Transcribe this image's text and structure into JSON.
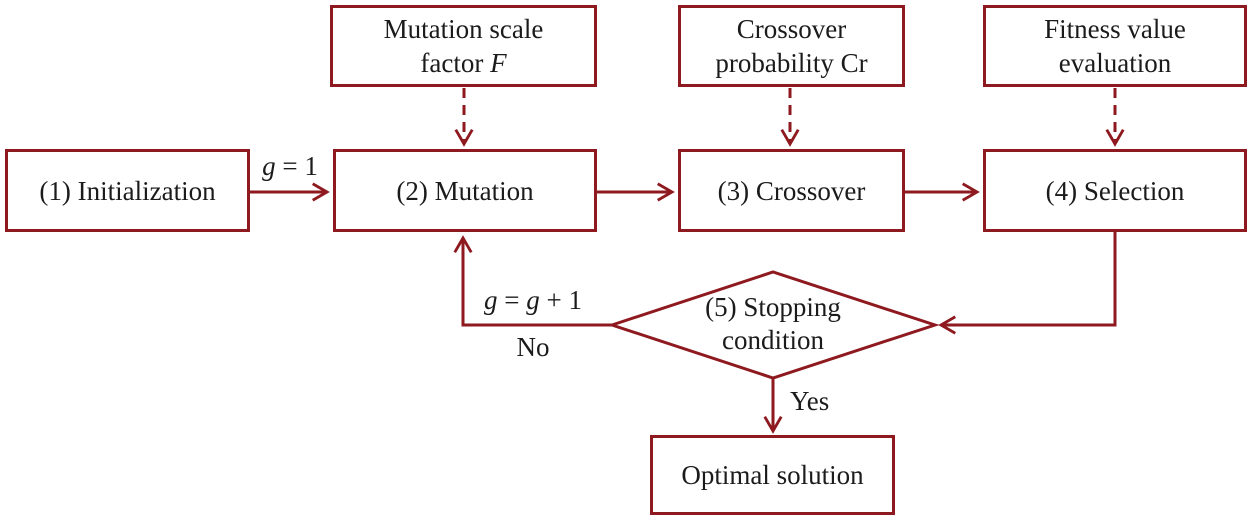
{
  "flow": {
    "colors": {
      "line": "#8e1a20",
      "text": "#1b1b1b",
      "background": "#ffffff"
    },
    "params": [
      {
        "line1": "Mutation scale",
        "line2": "factor ",
        "line2_italic": "F"
      },
      {
        "line1": "Crossover",
        "line2": "probability Cr"
      },
      {
        "line1": "Fitness value",
        "line2": "evaluation"
      }
    ],
    "steps": [
      {
        "label": "(1) Initialization"
      },
      {
        "label": "(2) Mutation"
      },
      {
        "label": "(3) Crossover"
      },
      {
        "label": "(4) Selection"
      }
    ],
    "decision": {
      "line1": "(5) Stopping",
      "line2": "condition"
    },
    "result": {
      "label": "Optimal solution"
    },
    "edge_labels": {
      "g_init": {
        "italic": "g",
        "rest": " = 1"
      },
      "g_inc": {
        "i1": "g",
        "mid": " = ",
        "i2": "g",
        "rest": " + 1"
      },
      "no": "No",
      "yes": "Yes"
    }
  }
}
